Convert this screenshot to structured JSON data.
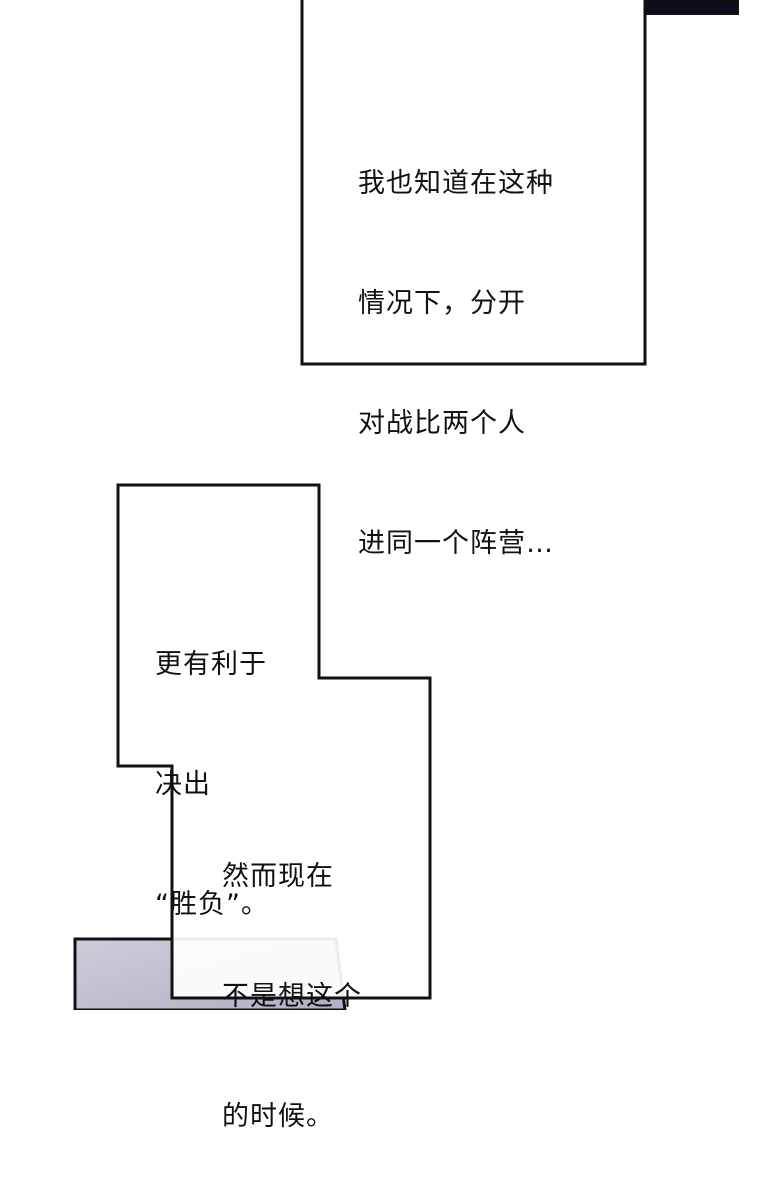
{
  "bubbles": [
    {
      "lines": [
        "我也知道在这种",
        "情况下，分开",
        "对战比两个人",
        "进同一个阵营…"
      ]
    },
    {
      "lines": [
        "更有利于",
        "决出",
        "“胜负”。"
      ]
    },
    {
      "lines": [
        "然而现在",
        "不是想这个",
        "的时候。"
      ]
    }
  ],
  "colors": {
    "panel_art": "#c4c0d0",
    "dark_art": "#0e0c1a",
    "border": "#111111"
  }
}
